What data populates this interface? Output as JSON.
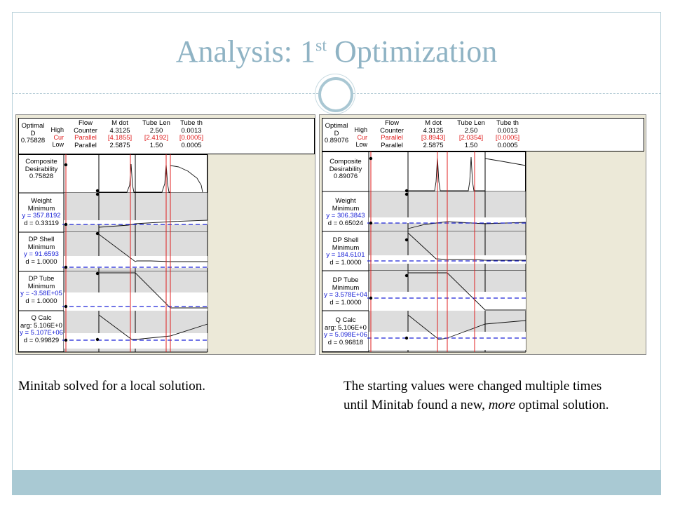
{
  "slide": {
    "title_main": "Analysis: 1",
    "title_sup": "st",
    "title_rest": " Optimization",
    "caption_left": "Minitab solved for a local solution.",
    "caption_right_part1": "The starting values were changed multiple times until Minitab found a new, ",
    "caption_right_em": "more",
    "caption_right_part2": " optimal solution."
  },
  "colors": {
    "title": "#8fb3c4",
    "frame": "#b7d0d9",
    "footer_bar": "#a9c9d3",
    "current_line": "#e02020",
    "target_line": "#1a22d6",
    "panel_bg": "#ece9d8"
  },
  "common": {
    "optimal_label": "Optimal",
    "d_label": "D",
    "high_label": "High",
    "cur_label": "Cur",
    "low_label": "Low",
    "factors": [
      {
        "name": "Flow",
        "name2": "Counter",
        "high": "Counter",
        "low": "Parallel"
      },
      {
        "name": "M dot",
        "high": "4.3125",
        "low": "2.5875"
      },
      {
        "name": "Tube Len",
        "high": "2.50",
        "low": "1.50"
      },
      {
        "name": "Tube th",
        "high": "0.0013",
        "low": "0.0005"
      }
    ]
  },
  "left_plot": {
    "optimal_d": "0.75828",
    "cur_values": [
      "Parallel",
      "[4.1855]",
      "[2.4192]",
      "[0.0005]"
    ],
    "rows": [
      {
        "l1": "Composite",
        "l2": "Desirability",
        "l3": "0.75828"
      },
      {
        "l1": "Weight",
        "l2": "Minimum",
        "y": "y = 357.8192",
        "d": "d = 0.33119"
      },
      {
        "l1": "DP Shell",
        "l2": "Minimum",
        "y": "y = 91.6593",
        "d": "d = 1.0000"
      },
      {
        "l1": "DP Tube",
        "l2": "Minimum",
        "y": "y = -3.58E+05",
        "d": "d = 1.0000"
      },
      {
        "l1": "Q Calc",
        "l2": "arg: 5.106E+0",
        "y": "y = 5.107E+06",
        "d": "d = 0.99829"
      }
    ]
  },
  "right_plot": {
    "optimal_d": "0.89076",
    "cur_values": [
      "Parallel",
      "[3.8943]",
      "[2.0354]",
      "[0.0005]"
    ],
    "rows": [
      {
        "l1": "Composite",
        "l2": "Desirability",
        "l3": "0.89076"
      },
      {
        "l1": "Weight",
        "l2": "Minimum",
        "y": "y = 306.3843",
        "d": "d = 0.65024"
      },
      {
        "l1": "DP Shell",
        "l2": "Minimum",
        "y": "y = 184.6101",
        "d": "d = 1.0000"
      },
      {
        "l1": "DP Tube",
        "l2": "Minimum",
        "y": "y = 3.578E+04",
        "d": "d = 1.0000"
      },
      {
        "l1": "Q Calc",
        "l2": "arg: 5.106E+0",
        "y": "y = 5.098E+06",
        "d": "d = 0.96818"
      }
    ]
  }
}
